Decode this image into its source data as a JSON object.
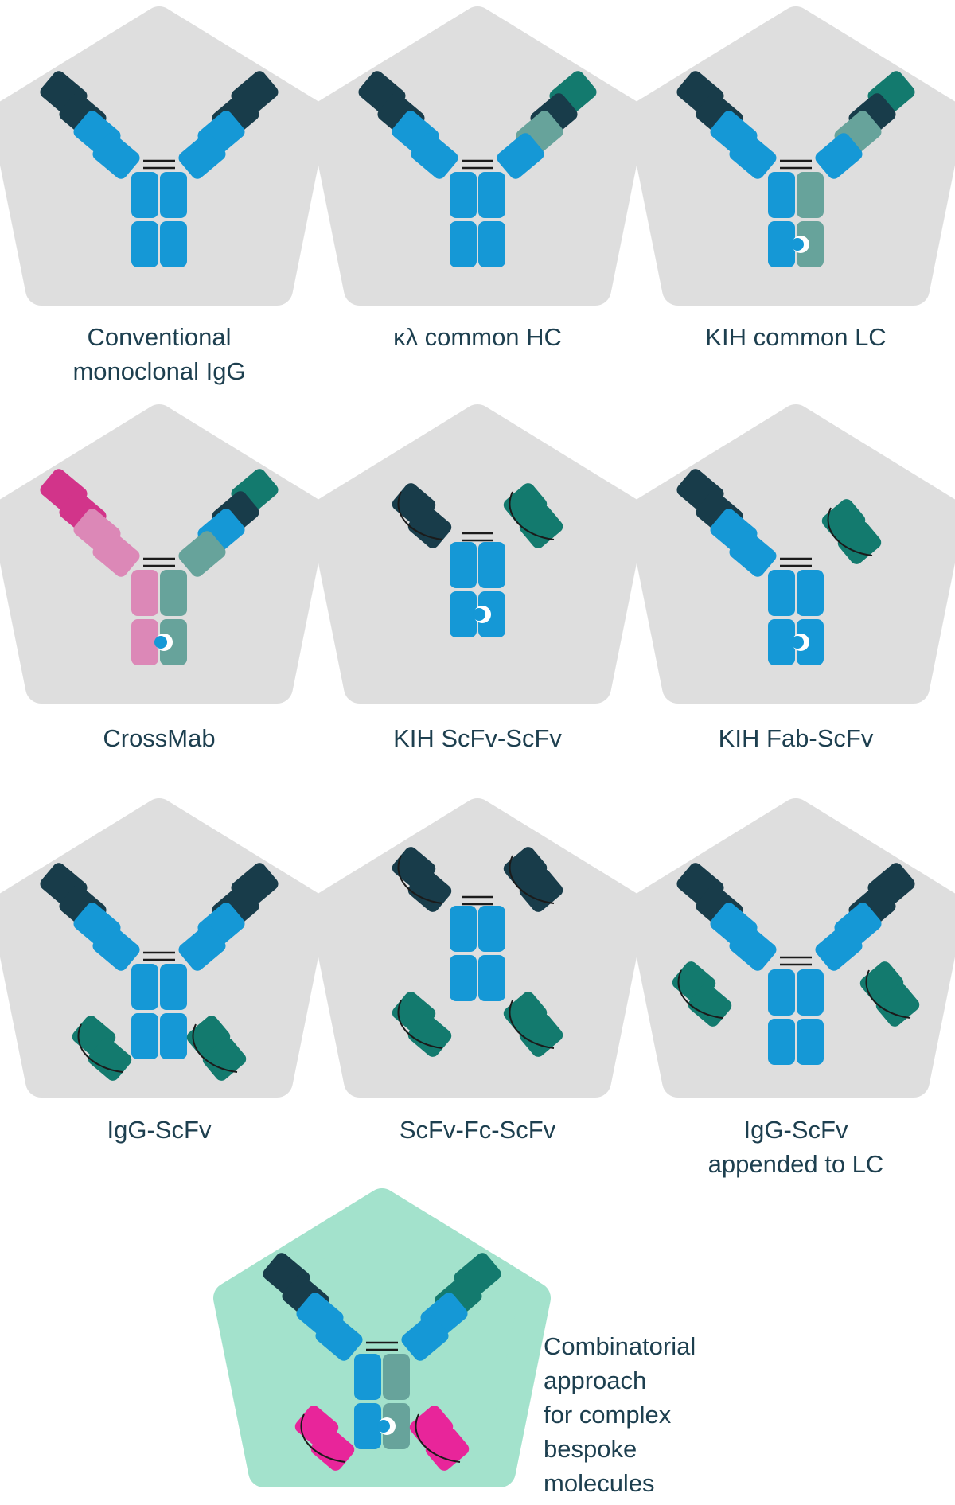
{
  "colors": {
    "panel": "#dedede",
    "panel_highlight": "#a3e2cc",
    "vh_dark_navy": "#183c4a",
    "constant_blue": "#1598d6",
    "teal_dark": "#137a6e",
    "teal_light": "#67a39b",
    "magenta": "#d2348a",
    "pink_light": "#dc88b7",
    "hot_pink": "#e8259a",
    "label_text": "#1d3f4f"
  },
  "formats": [
    {
      "id": "conventional",
      "label_lines": [
        "Conventional",
        "monoclonal IgG"
      ]
    },
    {
      "id": "kl-common-hc",
      "label_lines": [
        "κλ common HC"
      ]
    },
    {
      "id": "kih-common-lc",
      "label_lines": [
        "KIH common LC"
      ]
    },
    {
      "id": "crossmab",
      "label_lines": [
        "CrossMab"
      ]
    },
    {
      "id": "kih-scfv-scfv",
      "label_lines": [
        "KIH ScFv-ScFv"
      ]
    },
    {
      "id": "kih-fab-scfv",
      "label_lines": [
        "KIH Fab-ScFv"
      ]
    },
    {
      "id": "igg-scfv",
      "label_lines": [
        "IgG-ScFv"
      ]
    },
    {
      "id": "scfv-fc-scfv",
      "label_lines": [
        "ScFv-Fc-ScFv"
      ]
    },
    {
      "id": "igg-scfv-lc",
      "label_lines": [
        "IgG-ScFv",
        "appended to LC"
      ]
    },
    {
      "id": "combinatorial",
      "label_lines": [
        "Combinatorial",
        "approach",
        "for complex",
        "bespoke",
        "molecules"
      ]
    }
  ]
}
